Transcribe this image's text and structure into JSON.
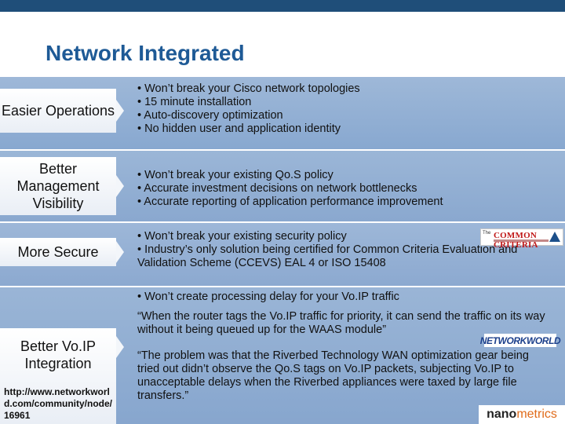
{
  "header": {
    "title": "Network Integrated"
  },
  "rows": [
    {
      "label": "Easier Operations",
      "bullets": [
        "• Won’t break your Cisco network topologies",
        "• 15 minute installation",
        "• Auto-discovery optimization",
        "• No hidden user and application identity"
      ]
    },
    {
      "label": "Better Management Visibility",
      "bullets": [
        "• Won’t break your existing Qo.S policy",
        "• Accurate investment decisions on network bottlenecks",
        "• Accurate reporting of application performance improvement"
      ]
    },
    {
      "label": "More Secure",
      "bullets": [
        "• Won’t break your existing security policy",
        "• Industry’s only solution being certified for Common Criteria Evaluation and Validation Scheme (CCEVS) EAL 4 or ISO 15408"
      ]
    },
    {
      "label": "Better Vo.IP Integration",
      "url": "http://www.networkworld.com/community/node/16961",
      "bullets": [
        "• Won’t create processing delay for your Vo.IP traffic"
      ],
      "quotes": [
        "“When the router tags the Vo.IP traffic for priority, it can send the traffic on its way without it being queued up for the WAAS module”",
        "“The problem was that the Riverbed Technology WAN optimization gear being tried out didn’t observe the Qo.S tags on Vo.IP packets, subjecting Vo.IP to unacceptable delays when the Riverbed appliances were taxed by large file transfers.”"
      ]
    }
  ],
  "logos": {
    "common_criteria": {
      "the": "The",
      "text": "COMMON CRITERIA"
    },
    "network_world": {
      "text": "NETWORKWORLD"
    },
    "nanometrics": {
      "part1": "nano",
      "part2": "metrics"
    }
  },
  "colors": {
    "title": "#1e5a96",
    "band": "#8ca9d0",
    "topbar": "#1f4e79",
    "nano_accent": "#e06b1a"
  }
}
